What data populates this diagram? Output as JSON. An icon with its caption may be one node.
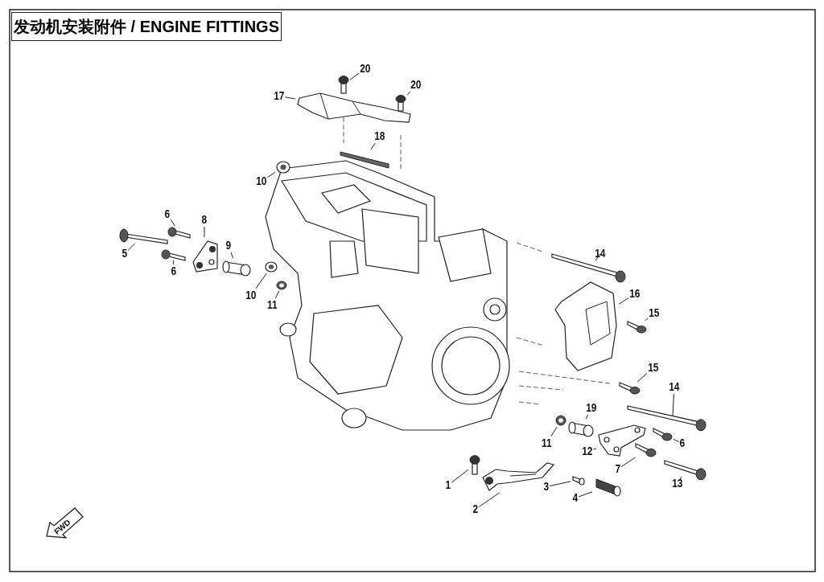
{
  "diagram": {
    "title": "发动机安装附件 / ENGINE FITTINGS",
    "nodes": [
      {
        "text": [
          "20"
        ]
      },
      {
        "text": [
          "20"
        ]
      },
      {
        "text": [
          "17"
        ]
      },
      {
        "text": [
          "18"
        ]
      },
      {
        "text": [
          "10"
        ]
      },
      {
        "text": [
          "6"
        ]
      },
      {
        "text": [
          "8"
        ]
      },
      {
        "text": [
          "5"
        ]
      },
      {
        "text": [
          "9"
        ]
      },
      {
        "text": [
          "6"
        ]
      },
      {
        "text": [
          "10"
        ]
      },
      {
        "text": [
          "11"
        ]
      },
      {
        "text": [
          "14"
        ]
      },
      {
        "text": [
          "16"
        ]
      },
      {
        "text": [
          "15"
        ]
      },
      {
        "text": [
          "15"
        ]
      },
      {
        "text": [
          "14"
        ]
      },
      {
        "text": [
          "19"
        ]
      },
      {
        "text": [
          "11"
        ]
      },
      {
        "text": [
          "12"
        ]
      },
      {
        "text": [
          "6"
        ]
      },
      {
        "text": [
          "7"
        ]
      },
      {
        "text": [
          "13"
        ]
      },
      {
        "text": [
          "1"
        ]
      },
      {
        "text": [
          "2"
        ]
      },
      {
        "text": [
          "3"
        ]
      },
      {
        "text": [
          "4"
        ]
      },
      {
        "text": [],
        "shape": "screw"
      },
      {
        "text": [],
        "shape": "screw"
      },
      {
        "text": [],
        "shape": "cover"
      },
      {
        "text": [],
        "shape": "bar"
      },
      {
        "text": [],
        "shape": "washer"
      },
      {
        "text": [],
        "shape": "bolt"
      },
      {
        "text": [],
        "shape": "bracket"
      },
      {
        "text": [],
        "shape": "bolt"
      },
      {
        "text": [],
        "shape": "spacer"
      },
      {
        "text": [],
        "shape": "bolt"
      },
      {
        "text": [],
        "shape": "washer"
      },
      {
        "text": [],
        "shape": "nut"
      },
      {
        "text": [],
        "shape": "bolt"
      },
      {
        "text": [],
        "shape": "cover"
      },
      {
        "text": [],
        "shape": "bolt"
      },
      {
        "text": [],
        "shape": "bolt"
      },
      {
        "text": [],
        "shape": "bolt"
      },
      {
        "text": [],
        "shape": "spacer"
      },
      {
        "text": [],
        "shape": "nut"
      },
      {
        "text": [],
        "shape": "bracket"
      },
      {
        "text": [],
        "shape": "bolt"
      },
      {
        "text": [],
        "shape": "bolt"
      },
      {
        "text": [],
        "shape": "bolt"
      },
      {
        "text": [],
        "shape": "screw"
      },
      {
        "text": [],
        "shape": "lever"
      },
      {
        "text": [],
        "shape": "pin"
      },
      {
        "text": [],
        "shape": "grip"
      }
    ],
    "edges": [
      {
        "from": 0,
        "to": 27,
        "arrow": "none"
      },
      {
        "from": 1,
        "to": 28,
        "arrow": "none"
      },
      {
        "from": 2,
        "to": 29,
        "arrow": "none"
      },
      {
        "from": 3,
        "to": 30,
        "arrow": "none"
      },
      {
        "from": 4,
        "to": 31,
        "arrow": "none"
      },
      {
        "from": 5,
        "to": 32,
        "arrow": "none"
      },
      {
        "from": 6,
        "to": 33,
        "arrow": "none"
      },
      {
        "from": 7,
        "to": 34,
        "arrow": "none"
      },
      {
        "from": 8,
        "to": 35,
        "arrow": "none"
      },
      {
        "from": 9,
        "to": 36,
        "arrow": "none"
      },
      {
        "from": 10,
        "to": 37,
        "arrow": "none"
      },
      {
        "from": 11,
        "to": 38,
        "arrow": "none"
      },
      {
        "from": 12,
        "to": 39,
        "arrow": "none"
      },
      {
        "from": 13,
        "to": 40,
        "arrow": "none"
      },
      {
        "from": 14,
        "to": 41,
        "arrow": "none"
      },
      {
        "from": 15,
        "to": 42,
        "arrow": "none"
      },
      {
        "from": 16,
        "to": 43,
        "arrow": "none"
      },
      {
        "from": 17,
        "to": 44,
        "arrow": "none"
      },
      {
        "from": 18,
        "to": 45,
        "arrow": "none"
      },
      {
        "from": 19,
        "to": 46,
        "arrow": "none"
      },
      {
        "from": 20,
        "to": 47,
        "arrow": "none"
      },
      {
        "from": 21,
        "to": 48,
        "arrow": "none"
      },
      {
        "from": 22,
        "to": 49,
        "arrow": "none"
      },
      {
        "from": 23,
        "to": 50,
        "arrow": "none"
      },
      {
        "from": 24,
        "to": 51,
        "arrow": "none"
      },
      {
        "from": 25,
        "to": 52,
        "arrow": "none"
      },
      {
        "from": 26,
        "to": 53,
        "arrow": "none"
      }
    ],
    "labels": [
      "FWD"
    ]
  }
}
